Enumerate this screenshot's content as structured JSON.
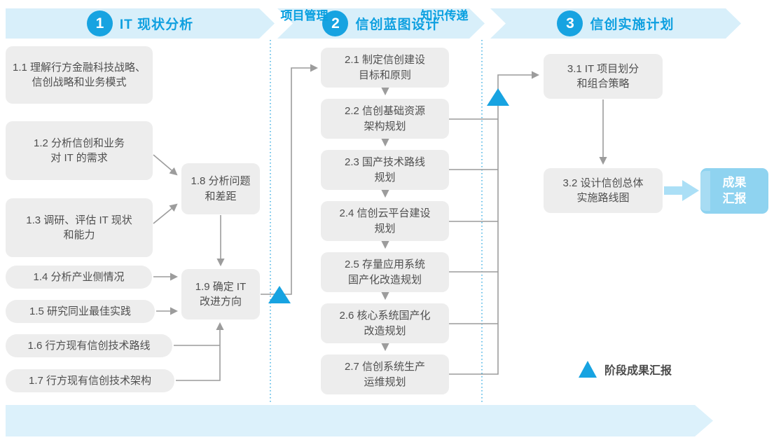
{
  "phases": [
    {
      "number": "1",
      "title": "IT 现状分析"
    },
    {
      "number": "2",
      "title": "信创蓝图设计"
    },
    {
      "number": "3",
      "title": "信创实施计划"
    }
  ],
  "phase1": {
    "boxes": [
      {
        "id": "1.1",
        "label": "1.1 理解行方金融科技战略、\n信创战略和业务模式"
      },
      {
        "id": "1.2",
        "label": "1.2 分析信创和业务\n对 IT 的需求"
      },
      {
        "id": "1.3",
        "label": "1.3 调研、评估 IT 现状\n和能力"
      },
      {
        "id": "1.4",
        "label": "1.4 分析产业侧情况"
      },
      {
        "id": "1.5",
        "label": "1.5 研究同业最佳实践"
      },
      {
        "id": "1.6",
        "label": "1.6 行方现有信创技术路线"
      },
      {
        "id": "1.7",
        "label": "1.7 行方现有信创技术架构"
      },
      {
        "id": "1.8",
        "label": "1.8 分析问题\n和差距"
      },
      {
        "id": "1.9",
        "label": "1.9 确定 IT\n改进方向"
      }
    ]
  },
  "phase2": {
    "boxes": [
      {
        "id": "2.1",
        "label": "2.1 制定信创建设\n目标和原则"
      },
      {
        "id": "2.2",
        "label": "2.2 信创基础资源\n架构规划"
      },
      {
        "id": "2.3",
        "label": "2.3 国产技术路线\n规划"
      },
      {
        "id": "2.4",
        "label": "2.4 信创云平台建设\n规划"
      },
      {
        "id": "2.5",
        "label": "2.5 存量应用系统\n国产化改造规划"
      },
      {
        "id": "2.6",
        "label": "2.6 核心系统国产化\n改造规划"
      },
      {
        "id": "2.7",
        "label": "2.7 信创系统生产\n运维规划"
      }
    ]
  },
  "phase3": {
    "boxes": [
      {
        "id": "3.1",
        "label": "3.1 IT 项目划分\n和组合策略"
      },
      {
        "id": "3.2",
        "label": "3.2 设计信创总体\n实施路线图"
      }
    ]
  },
  "deliverable": {
    "label": "成果\n汇报"
  },
  "footer": {
    "labels": [
      "项目管理",
      "知识传递"
    ]
  },
  "legend": {
    "label": "阶段成果汇报"
  },
  "colors": {
    "accent_blue": "#17A3E1",
    "phase_title_blue": "#0FA0E0",
    "band_background": "#D8EFFA",
    "box_background": "#EDEDED",
    "box_text": "#4F4F4F",
    "connector_gray": "#9C9C9C",
    "divider_dotted_blue": "#49B4E4",
    "deliverable_background": "#8FD3F0",
    "footer_band_background": "#DCF1FB"
  }
}
